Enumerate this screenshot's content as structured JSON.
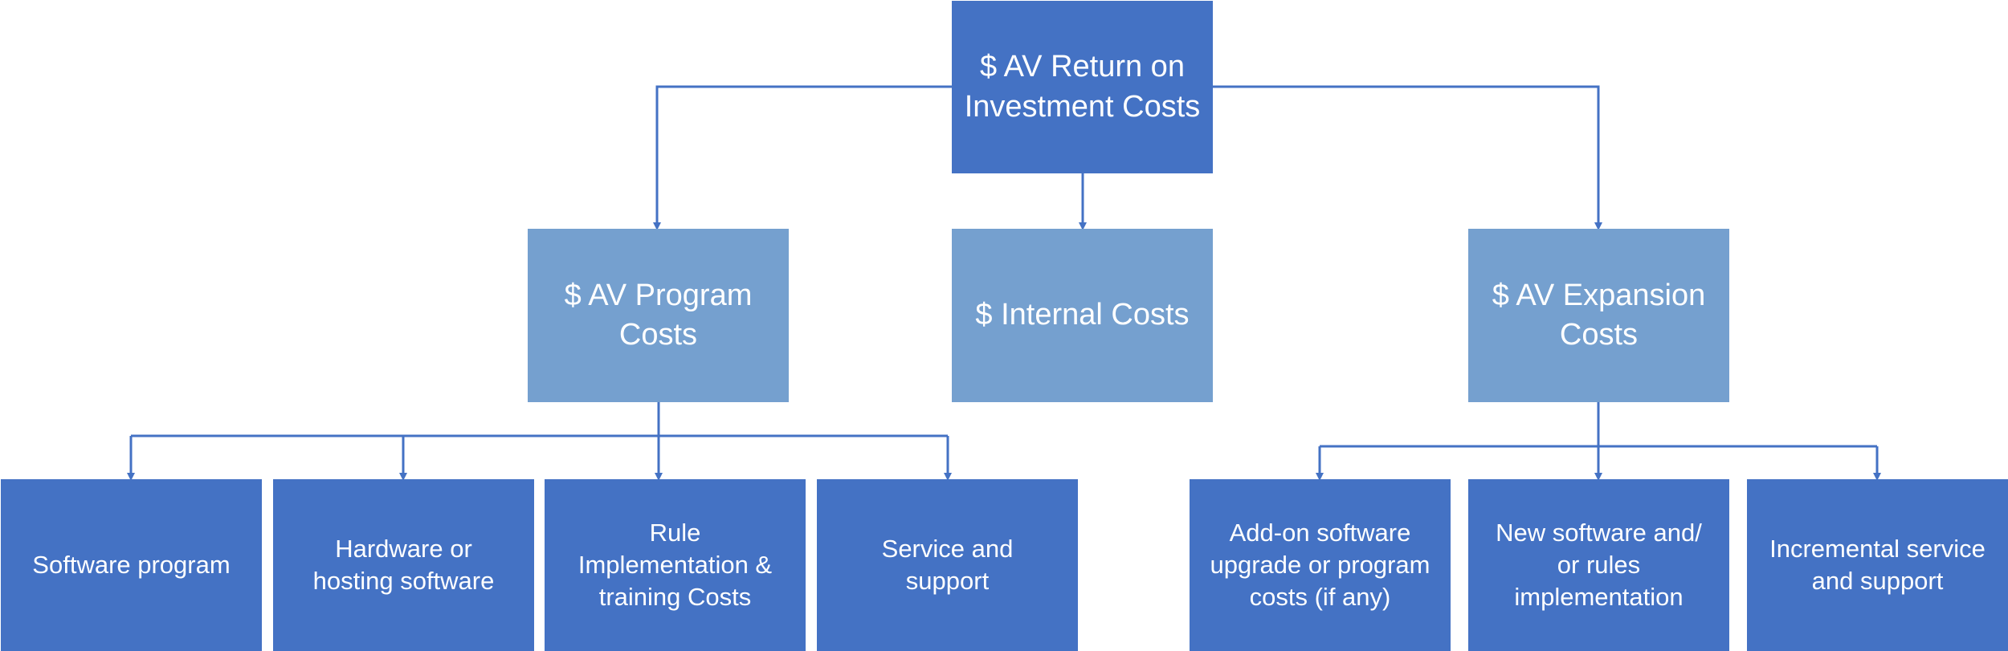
{
  "diagram": {
    "root": {
      "label": "$ AV Return on\nInvestment Costs"
    },
    "categories": [
      {
        "label": "$ AV Program\nCosts"
      },
      {
        "label": "$ Internal Costs"
      },
      {
        "label": "$ AV Expansion\nCosts"
      }
    ],
    "program_items": [
      {
        "label": "Software program"
      },
      {
        "label": "Hardware or\nhosting software"
      },
      {
        "label": "Rule\nImplementation &\ntraining Costs"
      },
      {
        "label": "Service and\nsupport"
      }
    ],
    "expansion_items": [
      {
        "label": "Add-on software\nupgrade or program\ncosts (if any)"
      },
      {
        "label": "New software and/\nor rules\nimplementation"
      },
      {
        "label": "Incremental service\nand support"
      }
    ]
  },
  "colors": {
    "dark_box": "#4472c4",
    "light_box": "#75a0cf",
    "connector": "#4472c4",
    "text": "#ffffff"
  }
}
